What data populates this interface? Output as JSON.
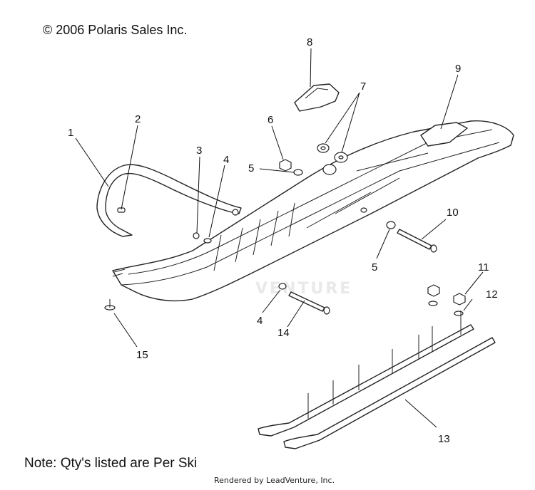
{
  "header": {
    "copyright": "© 2006 Polaris Sales Inc."
  },
  "footer": {
    "note": "Note: Qty's listed are Per Ski",
    "rendered_by": "Rendered by LeadVenture, Inc."
  },
  "watermark": "VENTURE",
  "callouts": [
    "1",
    "2",
    "3",
    "4",
    "5",
    "6",
    "7",
    "8",
    "9",
    "10",
    "5",
    "11",
    "4",
    "12",
    "14",
    "15",
    "13"
  ]
}
